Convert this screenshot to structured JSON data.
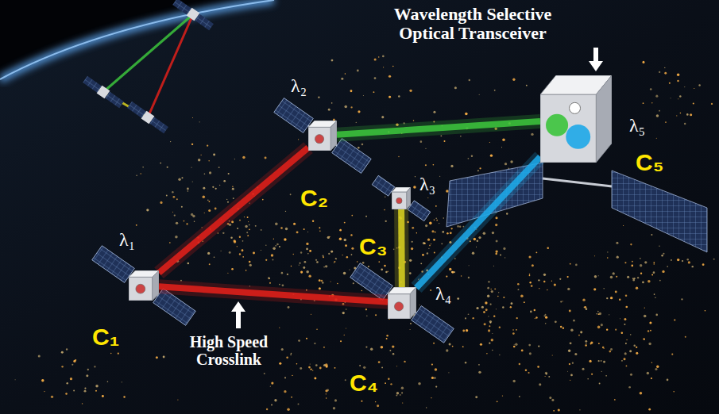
{
  "diagram": {
    "nodes": [
      {
        "text": [
          "λ₁",
          "C₁"
        ]
      },
      {
        "text": [
          "λ₂",
          "C₂"
        ]
      },
      {
        "text": [
          "λ₃",
          "C₃"
        ]
      },
      {
        "text": [
          "λ₄",
          "C₄"
        ]
      },
      {
        "text": [
          "λ₅",
          "C₅"
        ]
      }
    ],
    "edges": [
      {
        "from": 0,
        "to": 1,
        "arrow": "none"
      },
      {
        "from": 0,
        "to": 3,
        "arrow": "none"
      },
      {
        "from": 1,
        "to": 4,
        "arrow": "none"
      },
      {
        "from": 2,
        "to": 3,
        "arrow": "none"
      },
      {
        "from": 3,
        "to": 4,
        "arrow": "none"
      }
    ],
    "labels": [
      "Wavelength Selective Optical Transceiver",
      "High Speed Crosslink"
    ]
  }
}
